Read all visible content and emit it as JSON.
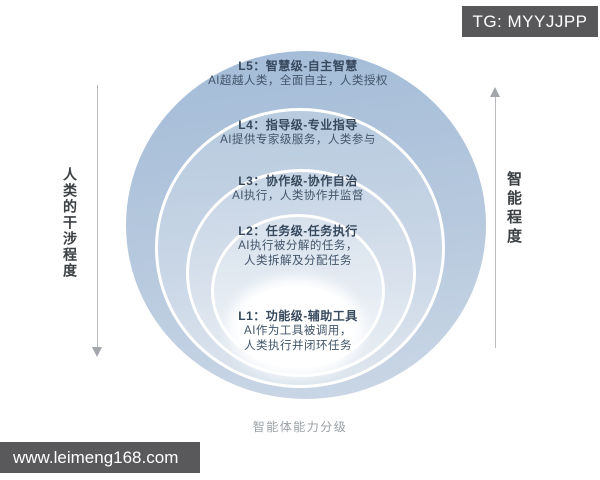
{
  "badge": {
    "text": "TG: MYYJJPP",
    "bg_color": "#58585a",
    "text_color": "#ffffff"
  },
  "watermark": {
    "text": "www.leimeng168.com",
    "bg_color": "#59595b",
    "text_color": "#ffffff"
  },
  "caption": "智能体能力分级",
  "axes": {
    "left": {
      "label": "人类的干涉程度",
      "direction": "down",
      "arrow_color": "#a3a7ab"
    },
    "right": {
      "label": "智能程度",
      "direction": "up",
      "arrow_color": "#a3a7ab"
    }
  },
  "levels": [
    {
      "id": "L5",
      "title": "L5：智慧级-自主智慧",
      "lines": [
        "AI超越人类，全面自主，人类授权"
      ],
      "color_top": "#a5bdd8",
      "color_bottom": "#c9d6e5"
    },
    {
      "id": "L4",
      "title": "L4：指导级-专业指导",
      "lines": [
        "AI提供专家级服务，人类参与"
      ],
      "color_top": "#b8cbdf",
      "color_bottom": "#dde5ee"
    },
    {
      "id": "L3",
      "title": "L3：协作级-协作自治",
      "lines": [
        "AI执行，人类协作并监督"
      ],
      "color_top": "#c7d5e5",
      "color_bottom": "#e9eef4"
    },
    {
      "id": "L2",
      "title": "L2：任务级-任务执行",
      "lines": [
        "AI执行被分解的任务，",
        "人类拆解及分配任务"
      ],
      "color_top": "#d8e2ed",
      "color_bottom": "#f4f7fa"
    },
    {
      "id": "L1",
      "title": "L1：功能级-辅助工具",
      "lines": [
        "AI作为工具被调用，",
        "人类执行并闭环任务"
      ],
      "color_top": "#ffffff",
      "color_bottom": "#ffffff"
    }
  ],
  "text_colors": {
    "title": "#37495d",
    "body": "#42556a"
  }
}
